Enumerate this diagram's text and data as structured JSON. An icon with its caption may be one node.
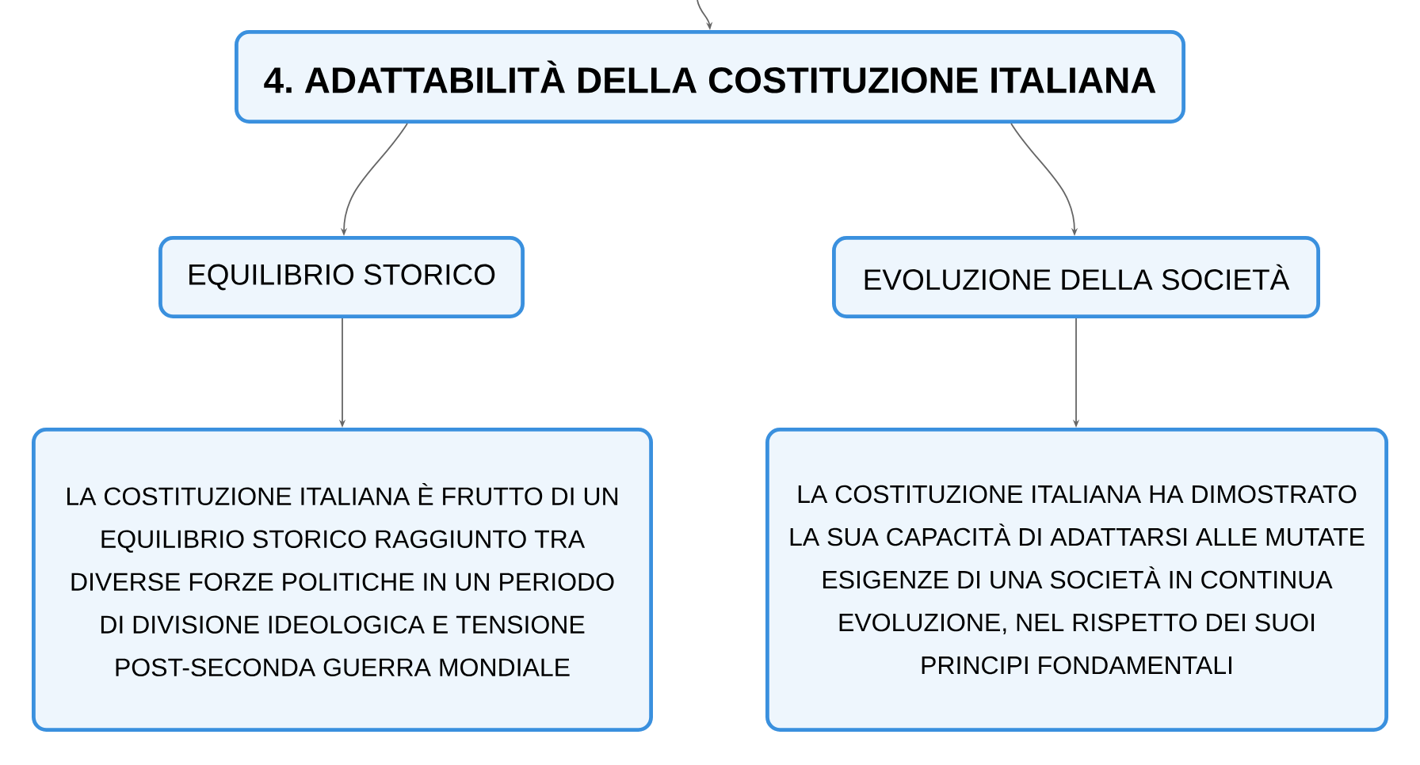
{
  "diagram": {
    "nodes": [
      {
        "text": [
          "4. ADATTABILITÀ DELLA COSTITUZIONE ITALIANA"
        ]
      },
      {
        "text": [
          "EQUILIBRIO STORICO"
        ]
      },
      {
        "text": [
          "EVOLUZIONE DELLA SOCIETÀ"
        ]
      },
      {
        "text": [
          "LA COSTITUZIONE ITALIANA È FRUTTO DI UN EQUILIBRIO STORICO RAGGIUNTO TRA DIVERSE FORZE POLITICHE IN UN PERIODO DI DIVISIONE IDEOLOGICA E TENSIONE POST-SECONDA GUERRA MONDIALE"
        ]
      },
      {
        "text": [
          "LA COSTITUZIONE ITALIANA HA DIMOSTRATO LA SUA CAPACITÀ DI ADATTARSI ALLE MUTATE ESIGENZE DI UNA SOCIETÀ IN CONTINUA EVOLUZIONE, NEL RISPETTO DEI SUOI PRINCIPI FONDAMENTALI"
        ]
      }
    ],
    "edges": [
      {
        "from": null,
        "to": 0,
        "arrow": "to"
      },
      {
        "from": 0,
        "to": 1,
        "arrow": "to"
      },
      {
        "from": 0,
        "to": 2,
        "arrow": "to"
      },
      {
        "from": 1,
        "to": 3,
        "arrow": "to"
      },
      {
        "from": 2,
        "to": 4,
        "arrow": "to"
      }
    ]
  }
}
